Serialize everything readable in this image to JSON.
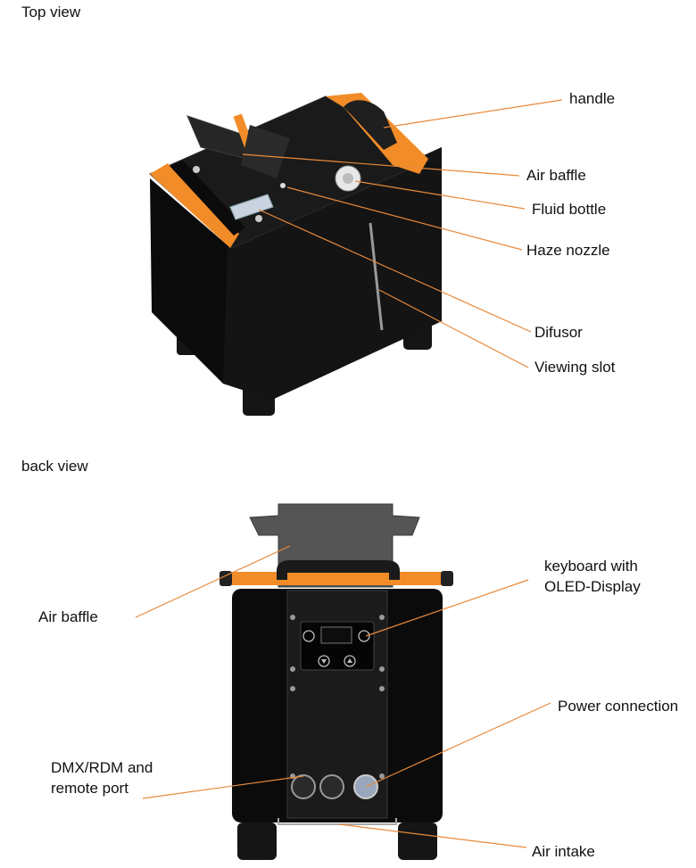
{
  "sections": {
    "top": {
      "title": "Top view",
      "labels": {
        "handle": "handle",
        "air_baffle": "Air baffle",
        "fluid_bottle": "Fluid bottle",
        "haze_nozzle": "Haze nozzle",
        "difusor": "Difusor",
        "viewing_slot": "Viewing slot"
      }
    },
    "back": {
      "title": "back view",
      "labels": {
        "air_baffle": "Air baffle",
        "keyboard_line1": "keyboard with",
        "keyboard_line2": "OLED-Display",
        "power": "Power connection",
        "dmx_line1": "DMX/RDM and",
        "dmx_line2": "remote port",
        "air_intake": "Air intake"
      }
    }
  },
  "colors": {
    "accent": "#f28c28",
    "body": "#0b0b0b",
    "panel": "#1c1c1c",
    "baffle": "#555555",
    "leader": "#e8893a"
  }
}
